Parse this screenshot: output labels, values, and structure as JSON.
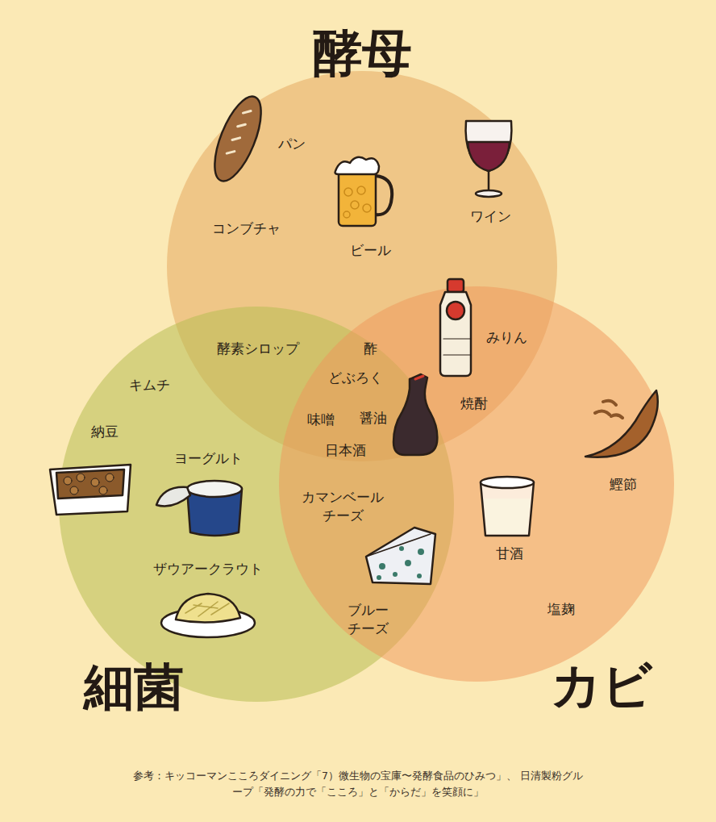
{
  "diagram": {
    "caption": "参考：キッコーマンこころダイニング「7）微生物の宝庫〜発酵食品のひみつ」、 日清製粉グループ「発酵の力で「こころ」と「からだ」を笑顔に」",
    "nodes": [
      {
        "text": [
          "酵母"
        ]
      },
      {
        "text": [
          "細菌"
        ]
      },
      {
        "text": [
          "カビ"
        ]
      }
    ],
    "labels": [
      "パン",
      "コンブチャ",
      "ビール",
      "ワイン",
      "酵素シロップ",
      "酢",
      "どぶろく",
      "みりん",
      "焼酎",
      "キムチ",
      "味噌",
      "醤油",
      "日本酒",
      "納豆",
      "ヨーグルト",
      "鰹節",
      "カマンベール チーズ",
      "甘酒",
      "ザウアークラウト",
      "塩麹",
      "ブルー チーズ"
    ]
  }
}
